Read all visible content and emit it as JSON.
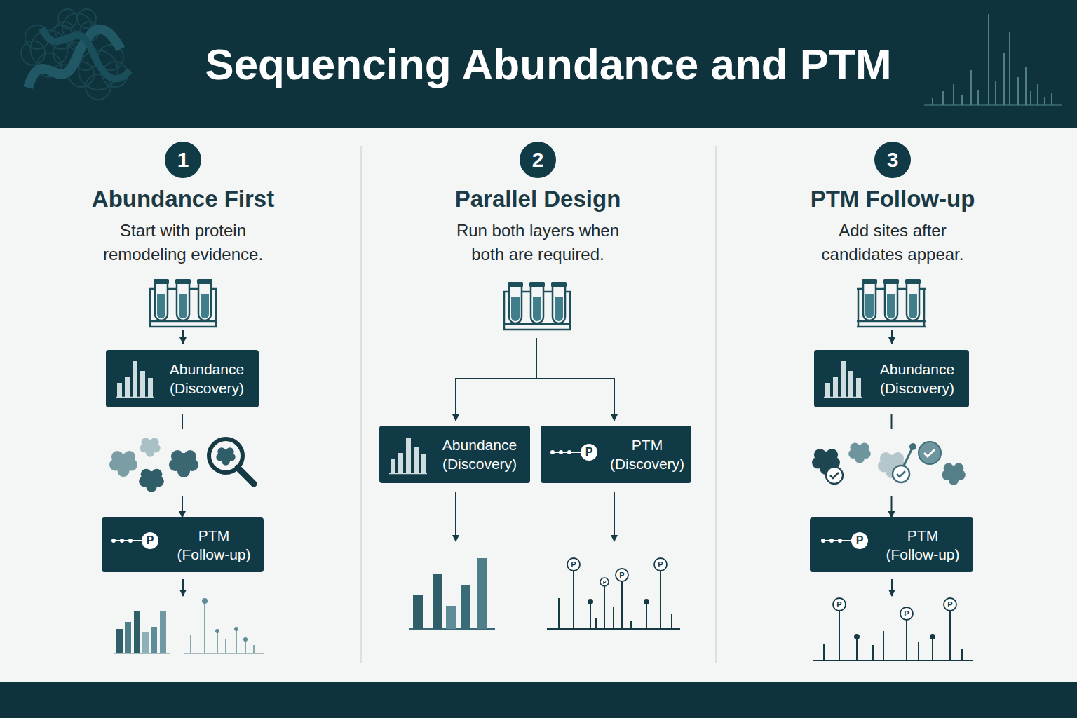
{
  "diagram": {
    "title": "Sequencing Abundance and PTM",
    "nodes": [
      {
        "text": [
          "1"
        ]
      },
      {
        "text": [
          "Abundance",
          "(Discovery)"
        ]
      },
      {
        "text": [
          "PTM",
          "(Follow-up)"
        ]
      },
      {
        "text": [
          "2"
        ]
      },
      {
        "text": [
          "Abundance",
          "(Discovery)"
        ]
      },
      {
        "text": [
          "PTM",
          "(Discovery)"
        ]
      },
      {
        "text": [
          "3"
        ]
      },
      {
        "text": [
          "Abundance",
          "(Discovery)"
        ]
      },
      {
        "text": [
          "PTM",
          "(Follow-up)"
        ]
      }
    ],
    "edges": [
      {
        "from": 1,
        "to": 2,
        "arrow": "to"
      },
      {
        "from": 7,
        "to": 8,
        "arrow": "to"
      }
    ],
    "labels": [
      "Abundance First",
      "Start with protein remodeling evidence.",
      "Parallel Design",
      "Run both layers when both are required.",
      "PTM Follow-up",
      "Add sites after candidates appear.",
      "P",
      "P",
      "P",
      "P",
      "P",
      "P",
      "P",
      "P",
      "P",
      "P"
    ]
  }
}
